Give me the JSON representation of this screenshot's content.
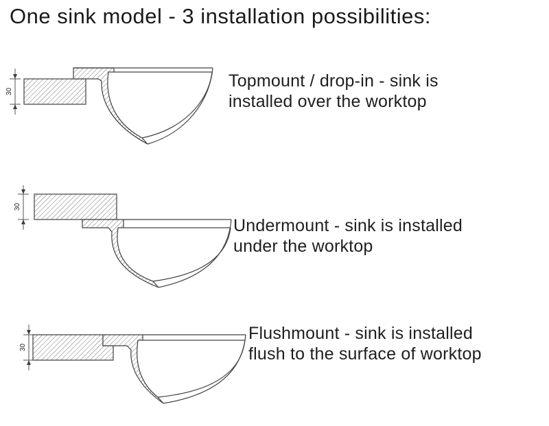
{
  "page": {
    "title": "One sink model - 3 installation possibilities:"
  },
  "colors": {
    "text": "#1e1e1e",
    "line": "#404040",
    "background": "#ffffff"
  },
  "rows": [
    {
      "name": "topmount",
      "dimension_label": "30",
      "caption_line1": "Topmount / drop-in - sink is",
      "caption_line2": "installed over the worktop"
    },
    {
      "name": "undermount",
      "dimension_label": "30",
      "caption_line1": "Undermount - sink is installed",
      "caption_line2": "under the worktop"
    },
    {
      "name": "flushmount",
      "dimension_label": "30",
      "caption_line1": "Flushmount - sink is installed",
      "caption_line2": "flush to the surface of worktop"
    }
  ]
}
